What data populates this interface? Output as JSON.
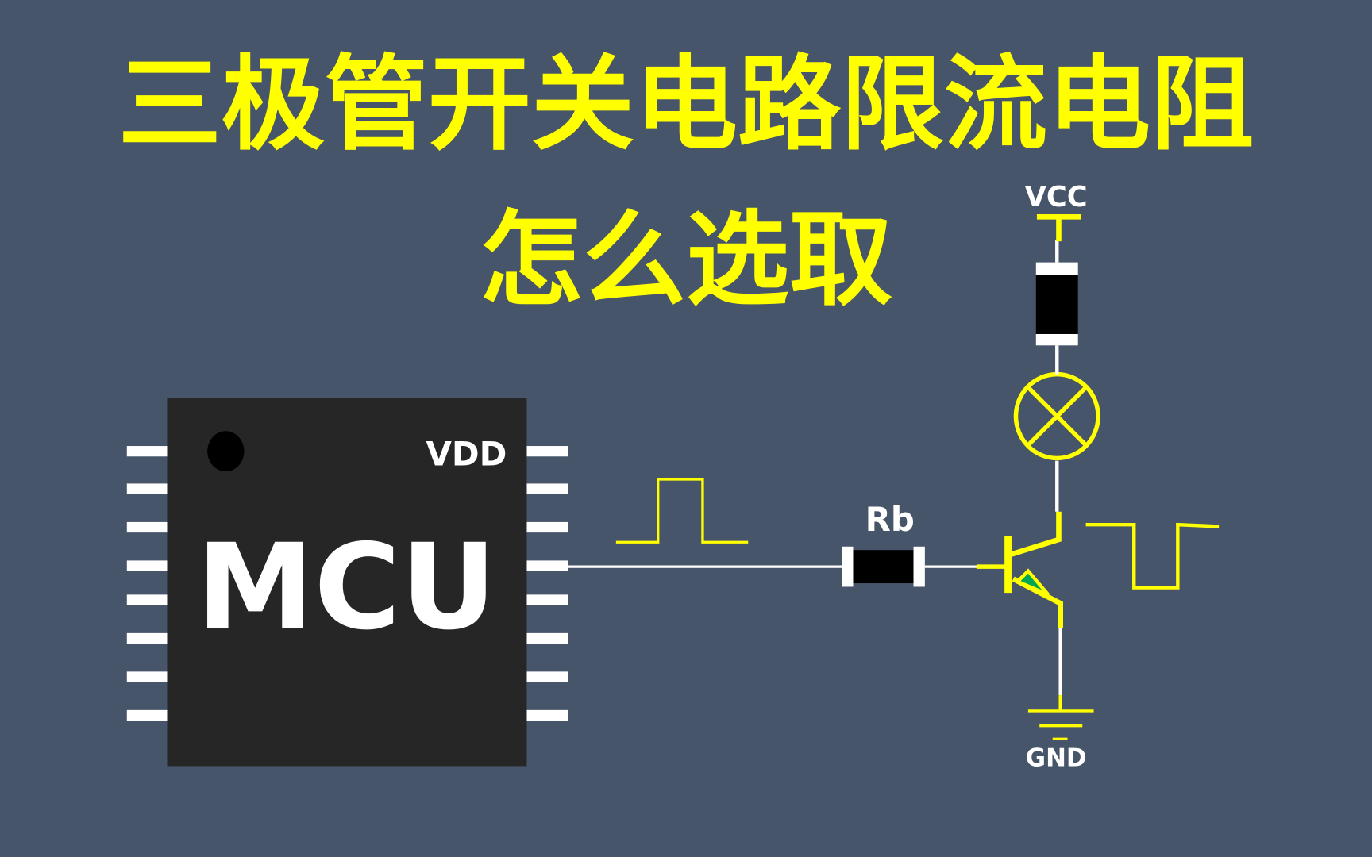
{
  "title": {
    "line1": "三极管开关电路限流电阻",
    "line2": "怎么选取"
  },
  "mcu": {
    "label": "MCU",
    "pin_label": "VDD"
  },
  "labels": {
    "resistor": "Rb",
    "vcc": "VCC",
    "gnd": "GND"
  },
  "colors": {
    "background": "#465569",
    "accent": "#ffff00",
    "chip": "#262626"
  }
}
